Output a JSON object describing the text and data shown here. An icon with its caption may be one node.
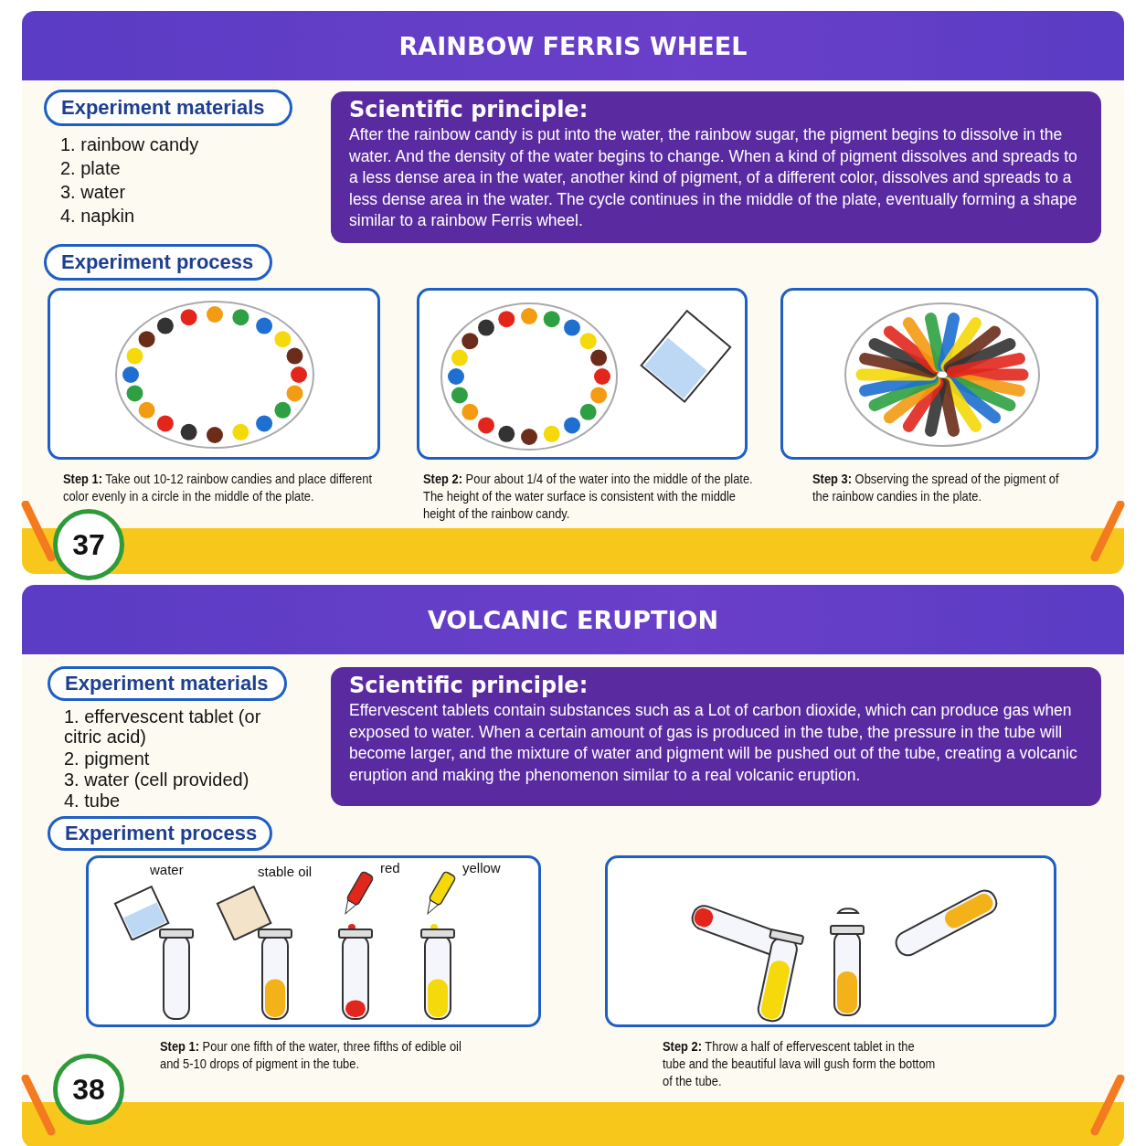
{
  "diagram": {
    "nodes": [
      {
        "text": [
          "RAINBOW FERRIS WHEEL"
        ]
      },
      {
        "text": [
          "Experiment materials"
        ]
      },
      {
        "text": [
          "Scientific principle:",
          "After the rainbow candy is put into the water, the rainbow sugar, the pigment begins to dissolve in the water. And the density of the water begins to change. When a kind of pigment dissolves and spreads to a less dense area in the water, another kind of pigment, of a different color, dissolves and spreads to a less dense area in the water. The cycle continues in the middle of the plate, eventually forming a shape similar to a rainbow Ferris wheel."
        ]
      },
      {
        "text": [
          "Experiment process"
        ]
      },
      {
        "text": [],
        "shape": "picture",
        "beside": [
          "**Step 1:** Take out 10-12 rainbow candies and place different color evenly in a circle in the middle of the plate."
        ]
      },
      {
        "text": [],
        "shape": "picture",
        "beside": [
          "**Step 2:** Pour about 1/4 of the water into the middle of the plate. The height of the water surface is consistent with the middle height of the rainbow candy."
        ]
      },
      {
        "text": [],
        "shape": "picture",
        "beside": [
          "**Step 3:** Observing the spread of the pigment of the rainbow candies in the plate."
        ]
      },
      {
        "text": [
          "37"
        ]
      },
      {
        "text": [
          "VOLCANIC ERUPTION"
        ]
      },
      {
        "text": [
          "Experiment materials"
        ]
      },
      {
        "text": [
          "Scientific principle:",
          "Effervescent tablets contain substances such as a Lot of carbon dioxide, which can produce gas when exposed to water. When a certain amount of gas is produced in the tube, the pressure in the tube will become larger, and the mixture of water and pigment will be pushed out of the tube, creating a volcanic eruption and making the phenomenon similar to a real volcanic eruption."
        ]
      },
      {
        "text": [
          "Experiment process"
        ]
      },
      {
        "text": [],
        "shape": "picture",
        "beside": [
          "**Step 1:** Pour one fifth of the water, three fifths of edible oil and 5-10 drops of pigment in the tube."
        ]
      },
      {
        "text": [],
        "shape": "picture",
        "beside": [
          "**Step 2:** Throw a half of effervescent tablet in the tube and the beautiful lava will gush form the bottom of the tube."
        ]
      },
      {
        "text": [
          "38"
        ]
      }
    ],
    "labels": [
      "1. rainbow candy",
      "2. plate",
      "3. water",
      "4. napkin",
      "1. effervescent tablet (or citric acid)",
      "2. pigment",
      "3. water (cell provided)",
      "4. tube",
      "water",
      "stable oil",
      "red",
      "yellow"
    ]
  }
}
